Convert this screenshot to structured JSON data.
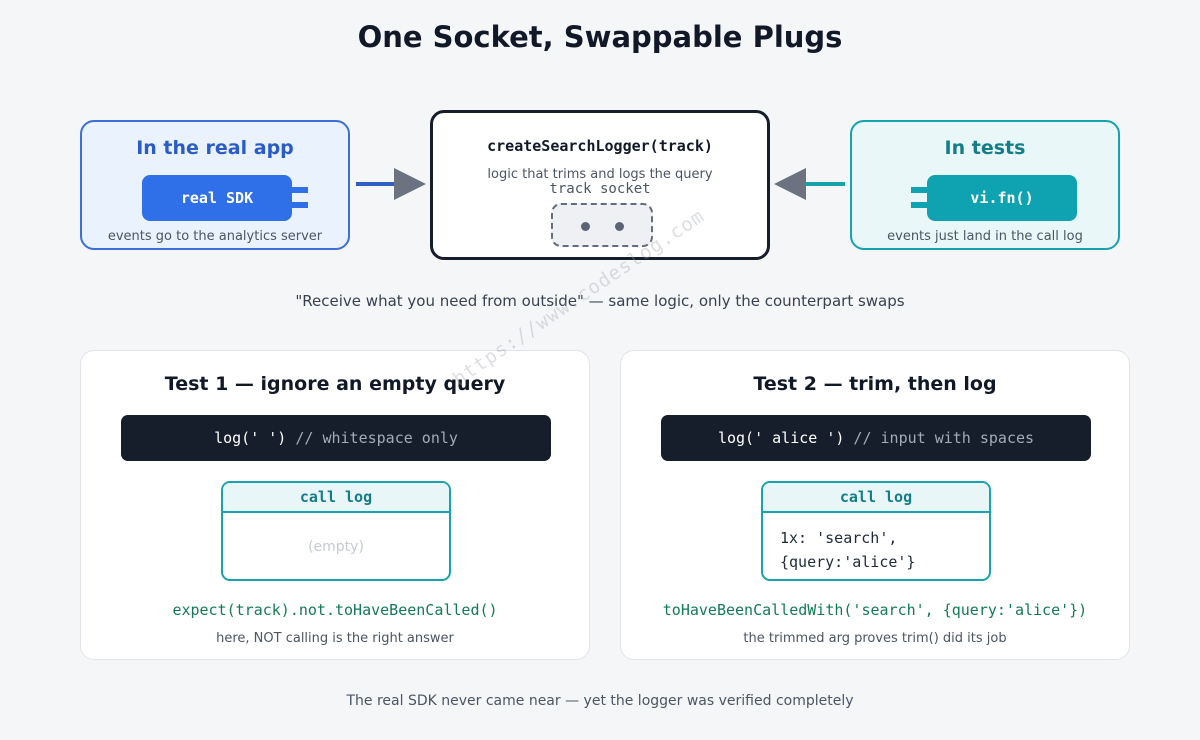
{
  "title": "One Socket, Swappable Plugs",
  "real_app": {
    "title": "In the real app",
    "plug_label": "real SDK",
    "subtitle": "events go to the analytics server"
  },
  "logger": {
    "name": "createSearchLogger(track)",
    "description": "logic that trims and logs the query",
    "socket_label": "track socket"
  },
  "tests_box": {
    "title": "In tests",
    "plug_label": "vi.fn()",
    "subtitle": "events just land in the call log"
  },
  "caption": "\"Receive what you need from outside\" — same logic, only the counterpart swaps",
  "watermark": "https://www.codeslog.com",
  "test1": {
    "title": "Test 1 — ignore an empty query",
    "code_call": "log(' ')",
    "code_comment": "// whitespace only",
    "calllog_header": "call log",
    "calllog_value": "(empty)",
    "assertion": "expect(track).not.toHaveBeenCalled()",
    "note": "here, NOT calling is the right answer"
  },
  "test2": {
    "title": "Test 2 — trim, then log",
    "code_call": "log(' alice ')",
    "code_comment": "// input with spaces",
    "calllog_header": "call log",
    "calllog_line1": "1x: 'search',",
    "calllog_line2": "{query:'alice'}",
    "assertion": "toHaveBeenCalledWith('search', {query:'alice'})",
    "note": "the trimmed arg proves trim() did its job"
  },
  "footer": "The real SDK never came near — yet the logger was verified completely",
  "colors": {
    "real_accent": "#3d6fd6",
    "real_plug": "#2f6fe8",
    "test_accent": "#17a2b0",
    "test_plug": "#0fa3b1",
    "dark": "#161d2b",
    "assert_green": "#137a56"
  }
}
